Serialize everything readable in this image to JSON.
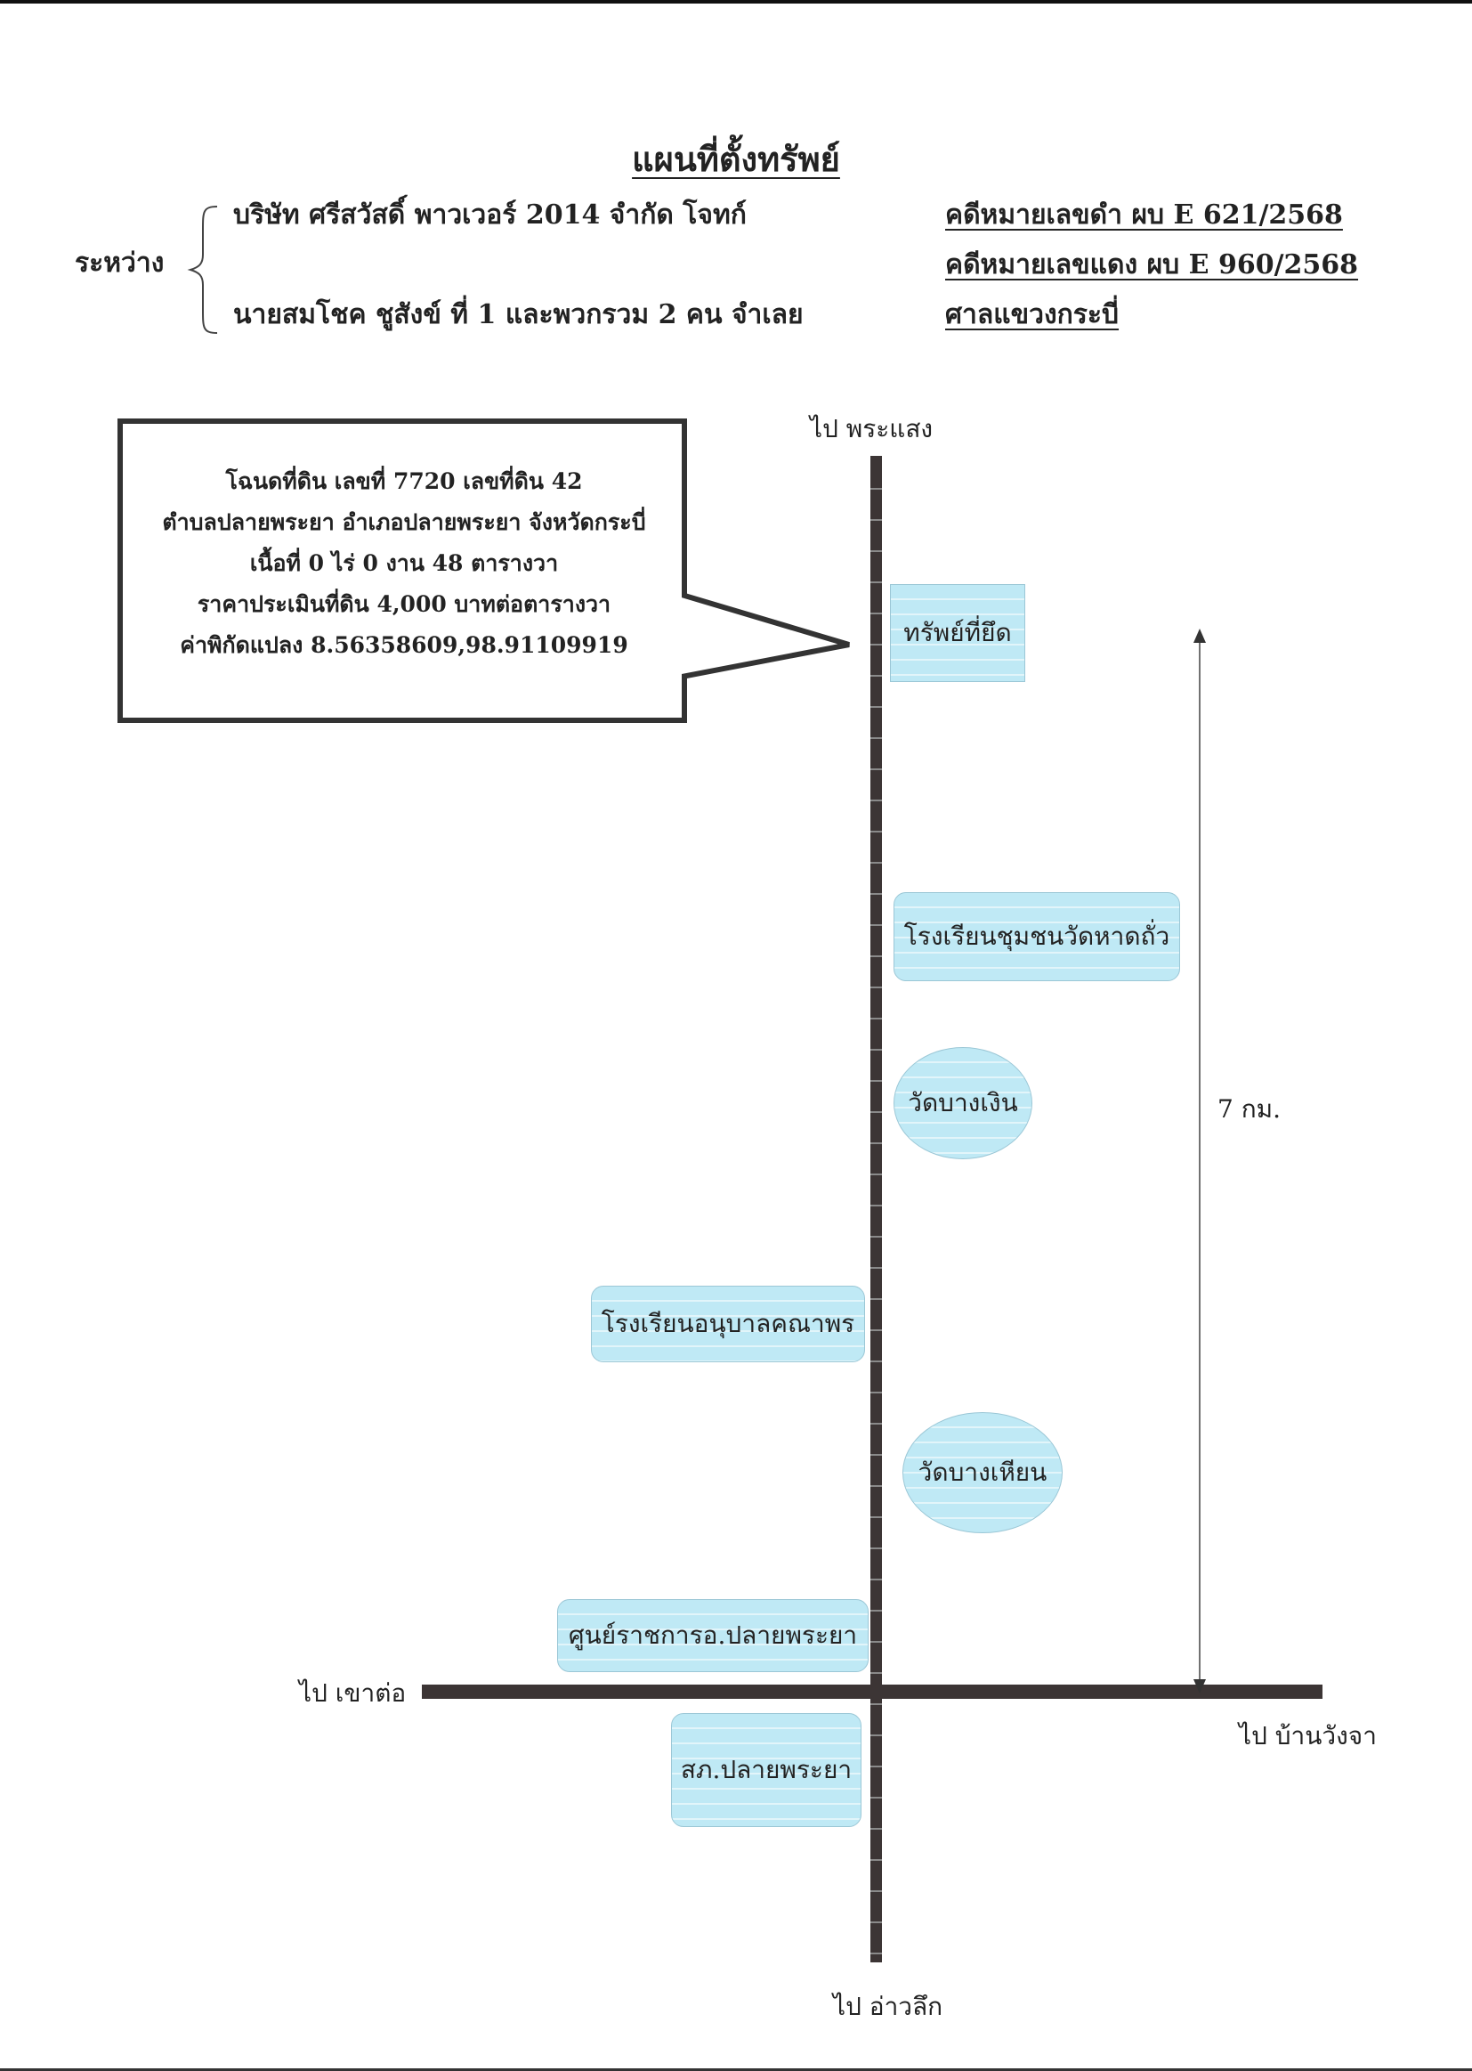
{
  "title": "แผนที่ตั้งทรัพย์",
  "parties": {
    "between_label": "ระหว่าง",
    "plaintiff": "บริษัท ศรีสวัสดิ์ พาวเวอร์ 2014 จำกัด   โจทก์",
    "defendant": "นายสมโชค ชูสังข์ ที่ 1 และพวกรวม 2 คน   จำเลย"
  },
  "case": {
    "black_case": "คดีหมายเลขดำ  ผบ E 621/2568",
    "red_case": "คดีหมายเลขแดง ผบ E 960/2568",
    "court": "ศาลแขวงกระบี่"
  },
  "callout": {
    "lines": [
      "โฉนดที่ดิน เลขที่  7720  เลขที่ดิน 42",
      "ตำบลปลายพระยา  อำเภอปลายพระยา จังหวัดกระบี่",
      "เนื้อที่ 0 ไร่ 0 งาน 48 ตารางวา",
      "ราคาประเมินที่ดิน 4,000 บาทต่อตารางวา",
      "ค่าพิกัดแปลง 8.56358609,98.91109919"
    ]
  },
  "directions": {
    "north": "ไป พระแสง",
    "south": "ไป อ่าวลึก",
    "west": "ไป เขาต่อ",
    "east": "ไป บ้านวังจา"
  },
  "places": {
    "seized_property": "ทรัพย์ที่ยึด",
    "school_wat_hat_thua": "โรงเรียนชุมชนวัดหาดถั่ว",
    "wat_bang_ngoen": "วัดบางเงิน",
    "kindergarten": "โรงเรียนอนุบาลคณาพร",
    "wat_bang_hian": "วัดบางเหียน",
    "govt_center": "ศูนย์ราชการอ.ปลายพระยา",
    "police_station": "สภ.ปลายพระยา"
  },
  "distance": "7 กม.",
  "colors": {
    "place_fill": "#bfe9f5",
    "road": "#3c3535"
  }
}
